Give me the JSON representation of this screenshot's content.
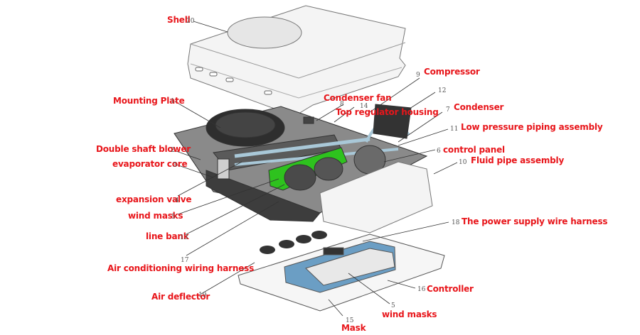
{
  "diagram": {
    "title": "Exploded view of rooftop air conditioner",
    "colors": {
      "label": "#e8161b",
      "leader": "#333333",
      "highlight_green": "#2ec21e",
      "controller_blue": "#6b9ec4"
    },
    "parts": [
      {
        "num": "20",
        "name": "Shell"
      },
      {
        "num": "1",
        "name": "Mounting Plate"
      },
      {
        "num": "2",
        "name": "Double shaft blower"
      },
      {
        "num": "3",
        "name": "evaporator core"
      },
      {
        "num": "4",
        "name": "expansion valve"
      },
      {
        "num": "5",
        "name": "wind masks"
      },
      {
        "num": "13",
        "name": "line bank"
      },
      {
        "num": "17",
        "name": "Air conditioning wiring harness"
      },
      {
        "num": "19",
        "name": "Air deflector"
      },
      {
        "num": "9",
        "name": "Compressor"
      },
      {
        "num": "8",
        "name": "Condenser fan"
      },
      {
        "num": "14",
        "name": "Top regulator housing"
      },
      {
        "num": "12",
        "name": ""
      },
      {
        "num": "7",
        "name": "Condenser"
      },
      {
        "num": "11",
        "name": "Low pressure piping assembly"
      },
      {
        "num": "6",
        "name": "control panel"
      },
      {
        "num": "10",
        "name": "Fluid pipe assembly"
      },
      {
        "num": "18",
        "name": "The power supply wire harness"
      },
      {
        "num": "16",
        "name": "Controller"
      },
      {
        "num": "5",
        "name": "wind masks"
      },
      {
        "num": "15",
        "name": "Mask"
      }
    ]
  }
}
